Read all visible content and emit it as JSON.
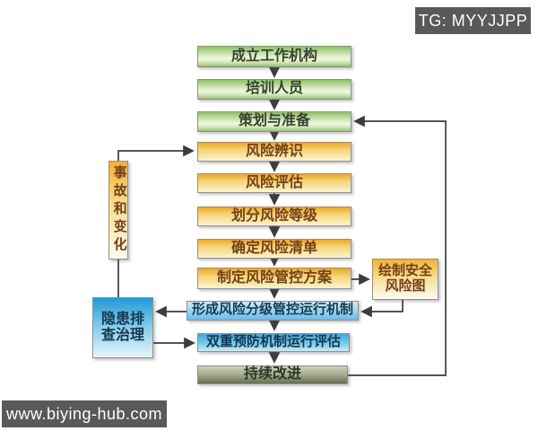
{
  "watermarks": {
    "top_right": "TG: MYYJJPP",
    "bottom_left": "www.biying-hub.com"
  },
  "flow": {
    "nodes": [
      {
        "label": "成立工作机构",
        "type": "green"
      },
      {
        "label": "培训人员",
        "type": "green"
      },
      {
        "label": "策划与准备",
        "type": "green"
      },
      {
        "label": "风险辨识",
        "type": "yellow"
      },
      {
        "label": "风险评估",
        "type": "yellow"
      },
      {
        "label": "划分风险等级",
        "type": "yellow"
      },
      {
        "label": "确定风险清单",
        "type": "yellow"
      },
      {
        "label": "制定风险管控方案",
        "type": "yellow"
      },
      {
        "label": "绘制安全风险图",
        "type": "yellow"
      },
      {
        "label": "形成风险分级管控运行机制",
        "type": "blue"
      },
      {
        "label": "双重预防机制运行评估",
        "type": "blue"
      },
      {
        "label": "持续改进",
        "type": "olive"
      },
      {
        "label": "事故和变化",
        "type": "yellow-vertical"
      },
      {
        "label": "隐患排查治理",
        "type": "blue"
      }
    ],
    "edges": [
      {
        "from": "成立工作机构",
        "to": "培训人员"
      },
      {
        "from": "培训人员",
        "to": "策划与准备"
      },
      {
        "from": "策划与准备",
        "to": "风险辨识"
      },
      {
        "from": "风险辨识",
        "to": "风险评估"
      },
      {
        "from": "风险评估",
        "to": "划分风险等级"
      },
      {
        "from": "划分风险等级",
        "to": "确定风险清单"
      },
      {
        "from": "确定风险清单",
        "to": "制定风险管控方案"
      },
      {
        "from": "制定风险管控方案",
        "to": "形成风险分级管控运行机制"
      },
      {
        "from": "制定风险管控方案",
        "to": "绘制安全风险图"
      },
      {
        "from": "绘制安全风险图",
        "to": "形成风险分级管控运行机制"
      },
      {
        "from": "形成风险分级管控运行机制",
        "to": "双重预防机制运行评估"
      },
      {
        "from": "形成风险分级管控运行机制",
        "to": "隐患排查治理"
      },
      {
        "from": "隐患排查治理",
        "to": "双重预防机制运行评估"
      },
      {
        "from": "事故和变化",
        "to": "风险辨识"
      },
      {
        "from": "事故和变化",
        "to": "隐患排查治理"
      },
      {
        "from": "双重预防机制运行评估",
        "to": "持续改进"
      },
      {
        "from": "持续改进",
        "to": "策划与准备"
      }
    ],
    "colors": {
      "green": "#8ec162",
      "yellow": "#eda82b",
      "blue_light": "#66bde6",
      "blue_mid": "#3fa9dc",
      "blue_deep": "#2199d6",
      "olive": "#666e4e",
      "line": "#3d3d3d",
      "watermark_bg": "#595959"
    }
  }
}
